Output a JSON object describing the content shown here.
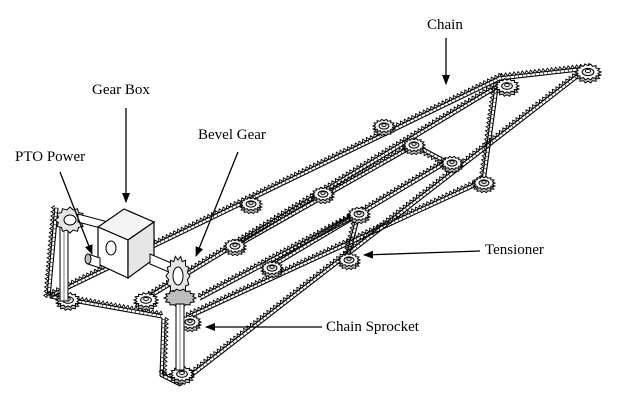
{
  "labels": {
    "chain": "Chain",
    "gear_box": "Gear Box",
    "bevel_gear": "Bevel Gear",
    "pto_power": "PTO Power",
    "tensioner": "Tensioner",
    "chain_sprocket": "Chain Sprocket"
  },
  "colors": {
    "ink": "#000000",
    "fill_light": "#e6e6e6",
    "fill_mid": "#bdbdbd",
    "background": "#ffffff"
  }
}
